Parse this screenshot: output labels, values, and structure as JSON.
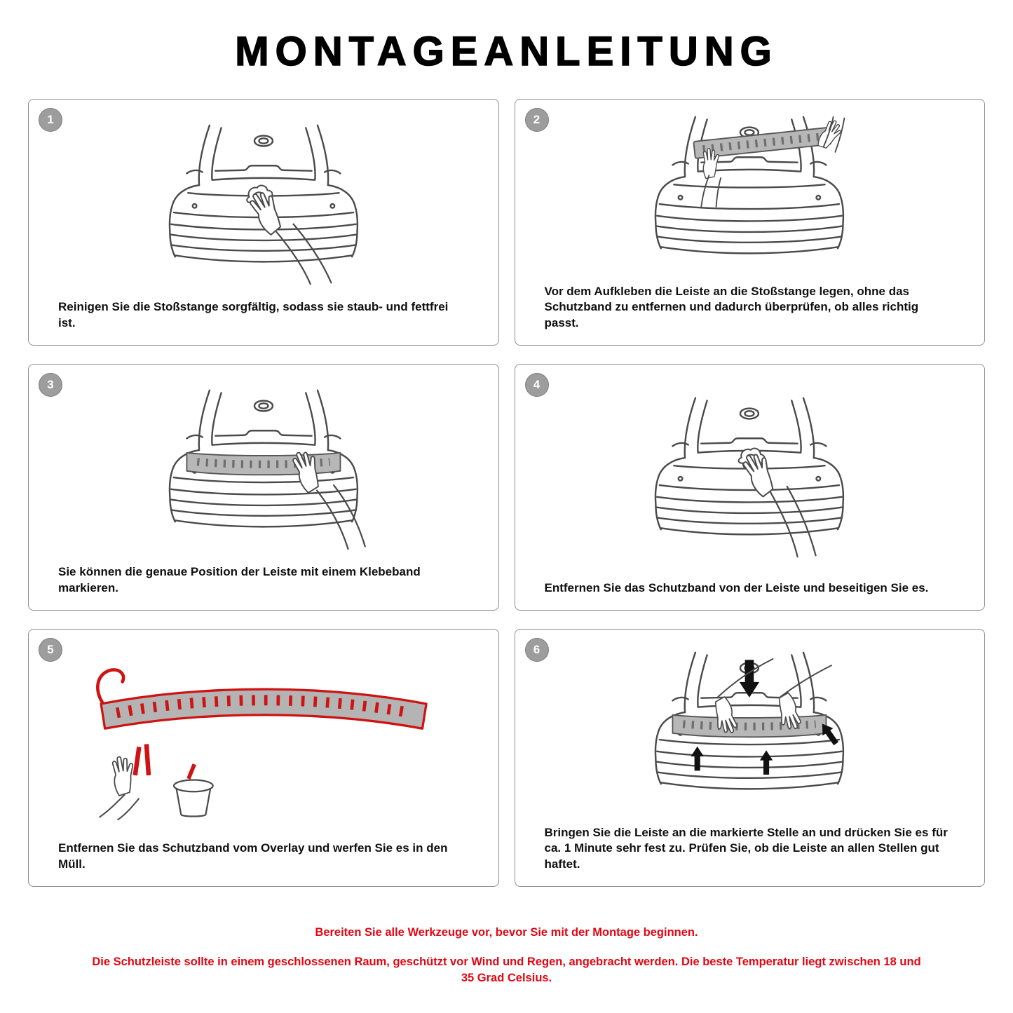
{
  "title": "MONTAGEANLEITUNG",
  "panels": [
    {
      "number": "1",
      "illustration": "car-rear-hand-cleaning-bumper-with-cloth",
      "caption": "Reinigen Sie die Stoßstange sorgfältig, sodass sie staub- und fettfrei ist."
    },
    {
      "number": "2",
      "illustration": "car-rear-strip-held-against-bumper-for-test-fit",
      "caption": "Vor dem Aufkleben die Leiste an die Stoßstange legen, ohne das Schutzband zu entfernen und dadurch überprüfen, ob alles richtig passt."
    },
    {
      "number": "3",
      "illustration": "car-rear-strip-position-marked-with-tape-hand-pointing",
      "caption": "Sie können die genaue Position der Leiste mit einem Klebeband markieren."
    },
    {
      "number": "4",
      "illustration": "car-rear-hand-removing-protective-band",
      "caption": "Entfernen Sie das Schutzband von der Leiste und beseitigen Sie es."
    },
    {
      "number": "5",
      "illustration": "overlay-strip-peeling-red-film-and-throwing-into-trash",
      "caption": "Entfernen Sie das Schutzband vom Overlay und werfen Sie es in den Müll."
    },
    {
      "number": "6",
      "illustration": "car-rear-pressing-strip-in-place-with-arrows",
      "caption": "Bringen Sie die Leiste an die markierte Stelle an und drücken Sie es für ca. 1 Minute sehr fest zu. Prüfen Sie, ob die Leiste an allen Stellen gut haftet."
    }
  ],
  "footer": {
    "line1": "Bereiten Sie alle Werkzeuge vor, bevor Sie mit der Montage beginnen.",
    "line2": "Die Schutzleiste sollte in einem geschlossenen Raum, geschützt vor Wind und Regen, angebracht werden. Die beste Temperatur liegt zwischen 18 und 35 Grad Celsius."
  },
  "colors": {
    "accent_red": "#e30613",
    "art_red": "#cf1212",
    "badge_gray": "#9d9d9d",
    "line_art": "#4a4a4a",
    "strip_gray": "#b7b7b7"
  }
}
